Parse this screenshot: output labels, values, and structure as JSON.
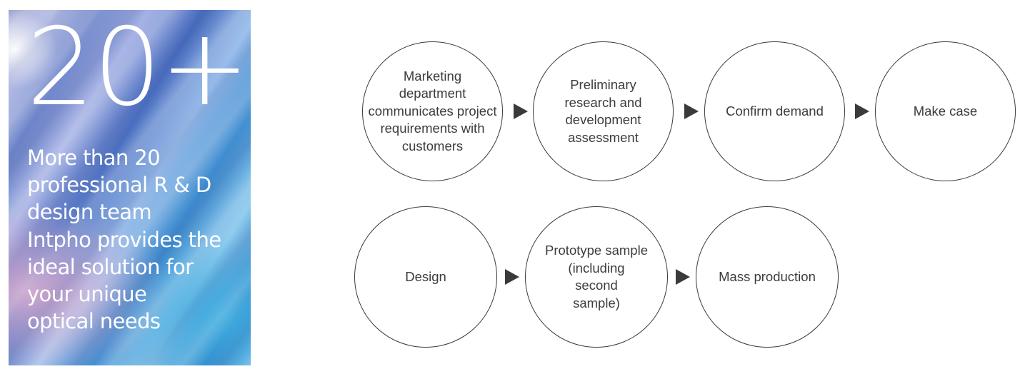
{
  "panel": {
    "big_number": "20+",
    "description": "More than 20\nprofessional R & D\ndesign team\nIntpho provides the\nideal solution for\nyour unique\noptical needs"
  },
  "steps": [
    {
      "label": "Marketing\ndepartment\ncommunicates project\nrequirements with\ncustomers"
    },
    {
      "label": "Preliminary\nresearch and\ndevelopment\nassessment"
    },
    {
      "label": "Confirm demand"
    },
    {
      "label": "Make case"
    },
    {
      "label": "Design"
    },
    {
      "label": "Prototype sample\n(including\nsecond\nsample)"
    },
    {
      "label": "Mass production"
    }
  ],
  "colors": {
    "circle_stroke": "#3a3a3a",
    "arrow": "#3a3a3a",
    "text": "#3c3c3c",
    "panel_text": "#ffffff"
  }
}
